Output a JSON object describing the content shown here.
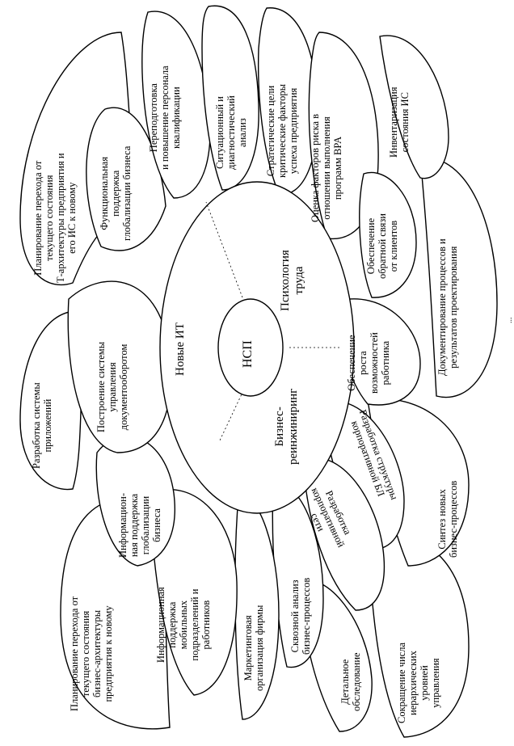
{
  "center": "НСП",
  "core": {
    "sector_left": "Новые ИТ",
    "sector_right": "Психология\nтруда",
    "sector_bottom": "Бизнес-\nреинжиниринг"
  },
  "petals": {
    "top_left": "Планирование перехода от\nтекущего состояния\nТ-архитектуры предприятия и\nего ИС к новому",
    "func_support": "Функциональная\nподдержка\nглобализации бизнеса",
    "retraining": "Переподготовка\nи повышение персонала\nквалификации",
    "situational": "Ситуационный и\nдиагностический\nанализ",
    "strategic": "Стратегические цели\nкритические факторы\nуспеха предприятия",
    "risk": "Оценка факторов риска в\nотношении выполнения\nпрограмм BPA",
    "inventory": "Инвентаризация\nсостояния ИС",
    "feedback": "Обеспечение\nобратной связи\nот клиентов",
    "documentation": "Документирование процессов и\nрезультатов проектирования",
    "growth": "Обеспечение\nроста\nвозможностей\nработника",
    "corp_structure": "Разработка структуры\nкорпоративной БЛ",
    "synthesis": "Синтез новых\nбизнес-процессов",
    "corp_network": "Разработка\nкорпоративной\nсети",
    "hierarchy": "Сокращение числа\nиерархических\nуровней\nуправления",
    "detailed": "Детальное\nобследование",
    "end_to_end": "Сквозной анализ\nбизнес-процессов",
    "marketing": "Маркетинговая\nорганизация фирмы",
    "mobile": "Информационная\nподдержка\nмобильных\nподразделений и\nработников",
    "bottom_left": "Планирование перехода от\nтекущего состояния\nбизнес-архитектуры\nпредприятия к новому",
    "info_global": "Информацион-\nная поддержка\nглобализации\nбизнеса",
    "doc_flow": "Построение системы\nуправления\nдокументооборотом",
    "app_system": "Разработка системы\nприложений"
  },
  "page_number": "..."
}
